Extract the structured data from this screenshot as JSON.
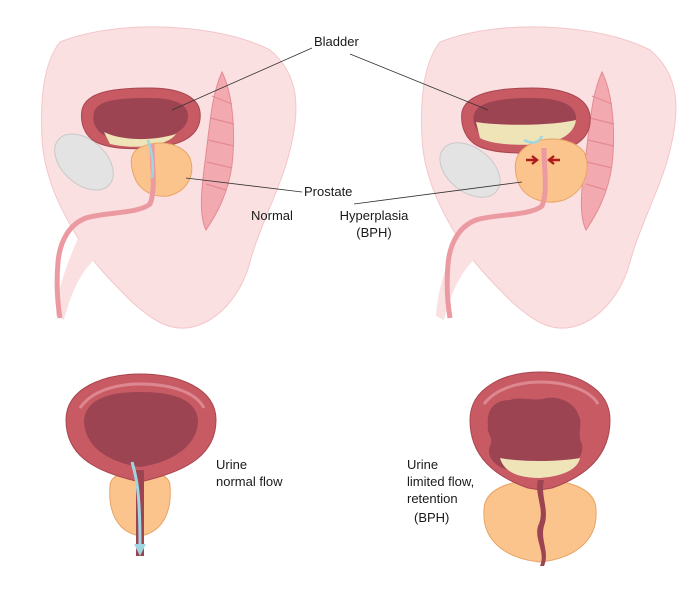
{
  "labels": {
    "bladder": "Bladder",
    "prostate": "Prostate",
    "normal": "Normal",
    "hyperplasia": "Hyperplasia",
    "bph_top": "(BPH)",
    "urine_normal_1": "Urine",
    "urine_normal_2": "normal flow",
    "urine_limited_1": "Urine",
    "urine_limited_2": "limited flow,",
    "urine_limited_3": "retention",
    "bph_bottom": "(BPH)"
  },
  "colors": {
    "body_skin": "#fbe0e2",
    "skin_edge": "#f3c6ca",
    "bladder_wall": "#c85a64",
    "bladder_inner": "#9c4452",
    "prostate": "#fbc48c",
    "urine_fill": "#efe3b8",
    "urine_flow": "#9fd6e0",
    "pelvic_bone": "#e3e3e3",
    "rectum": "#f2aab0",
    "compression_arrow": "#b01a1a"
  }
}
